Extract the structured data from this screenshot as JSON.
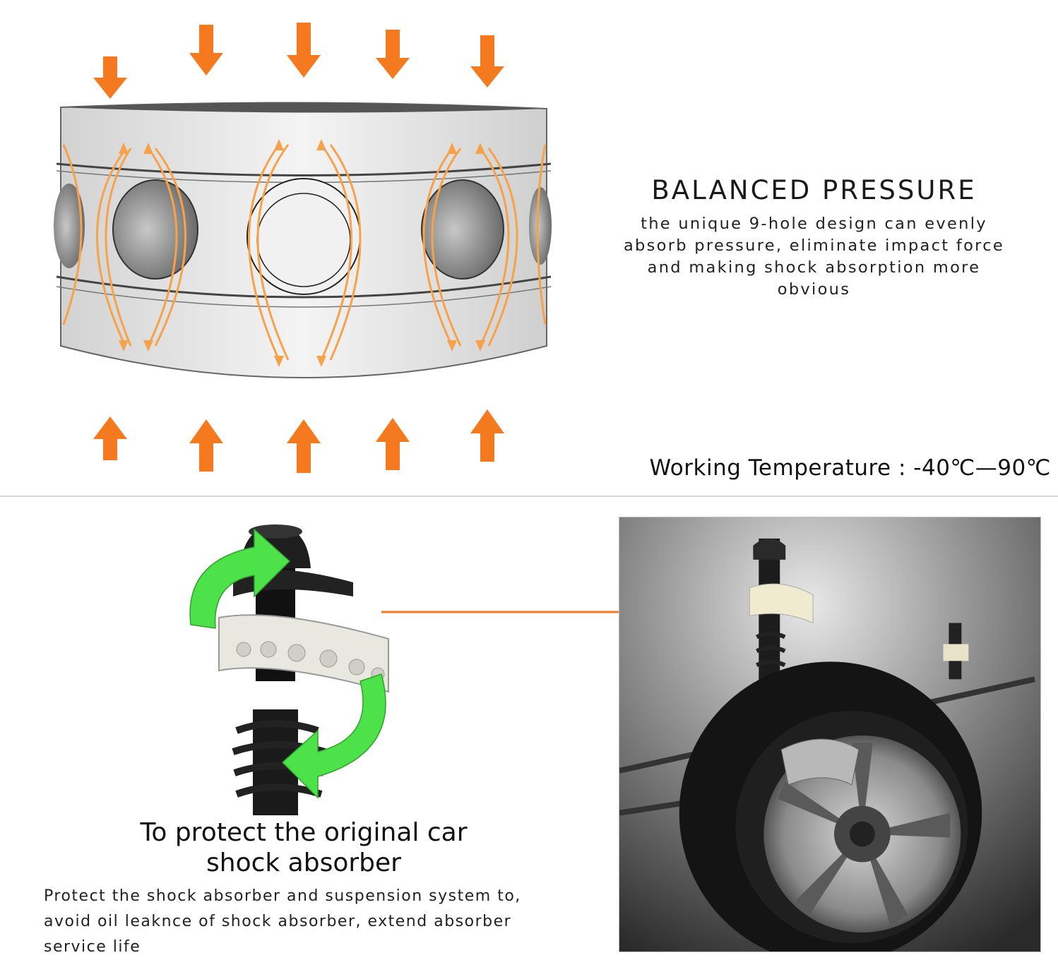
{
  "balanced": {
    "title": "BALANCED PRESSURE",
    "description": "the unique 9-hole design can evenly absorb pressure, eliminate impact force and making shock absorption more obvious"
  },
  "working_temperature": "Working Temperature : -40℃—90℃",
  "protect": {
    "title_line1": "To protect the original car",
    "title_line2": "shock absorber",
    "description_line1": "Protect the shock absorber and suspension system to,",
    "description_line2": "avoid oil leaknce of shock absorber, extend absorber",
    "description_line3": "service life"
  },
  "colors": {
    "accent_orange": "#f57a1f",
    "flow_orange": "#f7a24a",
    "green_arrow": "#4ee24a",
    "rubber_gray": "#e6e6e6"
  }
}
